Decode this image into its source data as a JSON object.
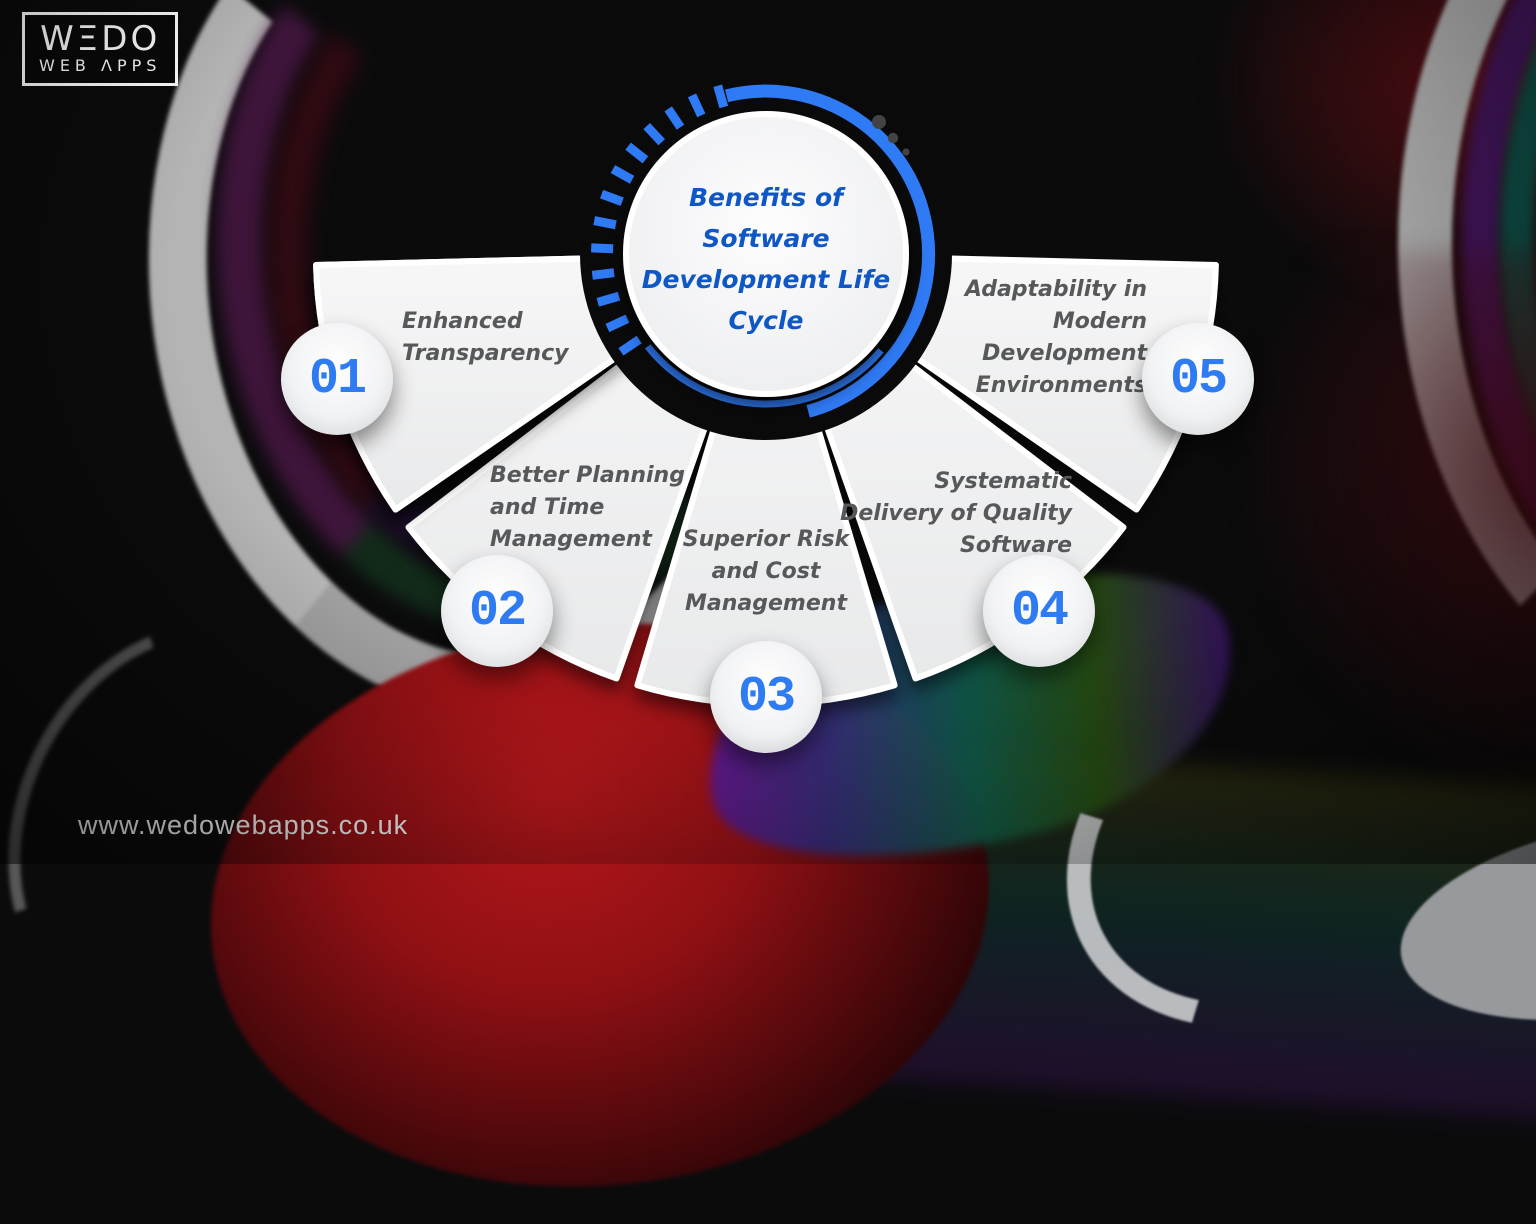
{
  "brand": {
    "name": "WEDO WEB APPS",
    "logo_line1": "WΞDO",
    "logo_line2": "WEB ΛPPS",
    "website": "www.wedowebapps.co.uk"
  },
  "center": {
    "title": "Benefits of Software Development Life Cycle",
    "title_lines": [
      "Benefits of",
      "Software",
      "Development Life",
      "Cycle"
    ]
  },
  "segments": [
    {
      "number": "01",
      "label": "Enhanced Transparency",
      "lines": [
        "Enhanced",
        "Transparency",
        "",
        ""
      ]
    },
    {
      "number": "02",
      "label": "Better Planning and Time Management",
      "lines": [
        "Better Planning",
        "and Time",
        "Management",
        ""
      ]
    },
    {
      "number": "03",
      "label": "Superior Risk and Cost Management",
      "lines": [
        "Superior Risk",
        "and Cost",
        "Management",
        ""
      ]
    },
    {
      "number": "04",
      "label": "Systematic Delivery of Quality Software",
      "lines": [
        "Systematic",
        "Delivery of Quality",
        "Software",
        ""
      ]
    },
    {
      "number": "05",
      "label": "Adaptability in Modern Development Environments",
      "lines": [
        "Adaptability in",
        "Modern",
        "Development",
        "Environments"
      ]
    }
  ],
  "colors": {
    "accent_blue": "#2f7af5",
    "title_blue": "#0e57c4",
    "number_blue": "#2e7bf2",
    "label_gray": "#57585a",
    "wedge_fill": "#f2f3f4",
    "background": "#0b0b0c"
  }
}
